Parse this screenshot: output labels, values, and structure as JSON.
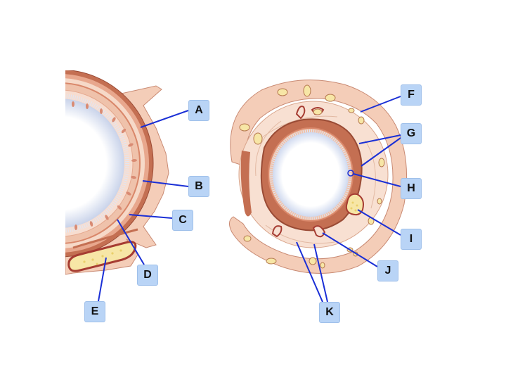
{
  "labels": {
    "A": "A",
    "B": "B",
    "C": "C",
    "D": "D",
    "E": "E",
    "F": "F",
    "G": "G",
    "H": "H",
    "I": "I",
    "J": "J",
    "K": "K"
  },
  "colors": {
    "leader_line": "#1a2fd6",
    "label_fill": "#b9d4f6",
    "tissue_outer": "#f4cdb8",
    "tissue_inner": "#f8e0d2",
    "muscle": "#c46f52",
    "epithelium": "#d9876a",
    "lumen": "#ffffff",
    "lumen_edge": "#c9d6ee",
    "gland_fill": "#f7e6a6",
    "vessel": "#a63c32"
  }
}
